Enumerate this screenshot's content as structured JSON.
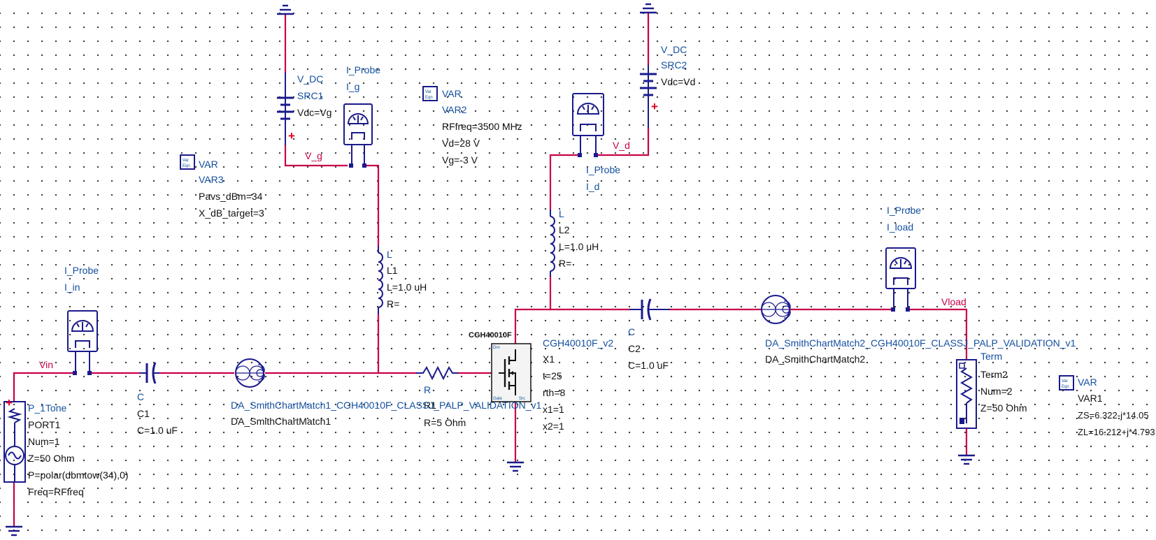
{
  "nets": {
    "vin": "Vin",
    "vg": "V_g",
    "vd": "V_d",
    "vload": "Vload"
  },
  "var3": {
    "kind": "VAR",
    "name": "VAR3",
    "lines": [
      "Pavs_dBm=34",
      "X_dB_target=3"
    ]
  },
  "var2": {
    "kind": "VAR",
    "name": "VAR2",
    "lines": [
      "RFfreq=3500 MHz",
      "Vd=28 V",
      "Vg=-3 V"
    ]
  },
  "var1": {
    "kind": "VAR",
    "name": "VAR1",
    "lines": [
      "ZS=6.322-j*14.05",
      "ZL=16.212+j*4.793"
    ]
  },
  "src1": {
    "kind": "V_DC",
    "name": "SRC1",
    "value": "Vdc=Vg"
  },
  "src2": {
    "kind": "V_DC",
    "name": "SRC2",
    "value": "Vdc=Vd"
  },
  "probe_g": {
    "kind": "I_Probe",
    "name": "I_g"
  },
  "probe_d": {
    "kind": "I_Probe",
    "name": "I_d"
  },
  "probe_in": {
    "kind": "I_Probe",
    "name": "I_in"
  },
  "probe_load": {
    "kind": "I_Probe",
    "name": "I_load"
  },
  "l1": {
    "kind": "L",
    "name": "L1",
    "lines": [
      "L=1.0 uH",
      "R="
    ]
  },
  "l2": {
    "kind": "L",
    "name": "L2",
    "lines": [
      "L=1.0 uH",
      "R="
    ]
  },
  "c1": {
    "kind": "C",
    "name": "C1",
    "value": "C=1.0 uF"
  },
  "c2": {
    "kind": "C",
    "name": "C2",
    "value": "C=1.0 uF"
  },
  "r1": {
    "kind": "R",
    "name": "R1",
    "value": "R=5 Ohm"
  },
  "port1": {
    "kind": "P_1Tone",
    "name": "PORT1",
    "lines": [
      "Num=1",
      "Z=50 Ohm",
      "P=polar(dbmtow(34),0)",
      "Freq=RFfreq"
    ]
  },
  "term2": {
    "kind": "Term",
    "name": "Term2",
    "lines": [
      "Num=2",
      "Z=50 Ohm"
    ]
  },
  "match1": {
    "instance": "DA_SmithChartMatch1_CGH40010F_CLASSJ_PALP_VALIDATION_v1",
    "name": "DA_SmithChartMatch1"
  },
  "match2": {
    "instance": "DA_SmithChartMatch2_CGH40010F_CLASSJ_PALP_VALIDATION_v1",
    "name": "DA_SmithChartMatch2"
  },
  "transistor": {
    "part": "CGH40010F",
    "model": "CGH40010F_v2",
    "name": "X1",
    "lines": [
      "t=25",
      "rth=8",
      "x1=1",
      "x2=1"
    ]
  },
  "var_icon_text": [
    "Var",
    "Eqn"
  ],
  "colors": {
    "wire": "#c8004a",
    "component": "#1a1a8c",
    "label": "#1450a0",
    "plus": "#e0001b",
    "grid_dot": "#3c3c3c"
  }
}
